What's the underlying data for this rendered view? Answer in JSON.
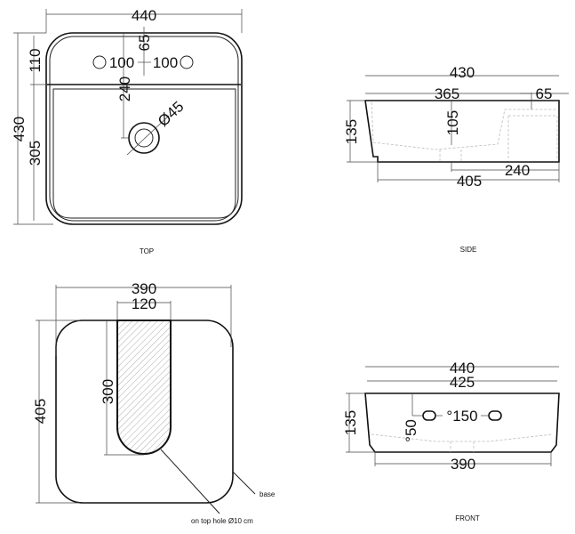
{
  "top_view": {
    "label": "TOP",
    "dims": {
      "width": "440",
      "depth": "430",
      "ledge": "110",
      "basin": "305",
      "drain_offset": "240",
      "tap_offset": "65",
      "hole_left": "100",
      "hole_right": "100",
      "drain_dia": "Ø45"
    }
  },
  "side_view": {
    "label": "SIDE",
    "dims": {
      "length": "430",
      "basin_length": "365",
      "ledge": "65",
      "height": "135",
      "basin_depth": "105",
      "drain_to_end": "240",
      "base_length": "405"
    }
  },
  "base_view": {
    "dims": {
      "width": "390",
      "slot_width": "120",
      "depth": "405",
      "slot_length": "300"
    },
    "callouts": {
      "base": "base",
      "hole": "on top hole Ø10 cm"
    }
  },
  "front_view": {
    "label": "FRONT",
    "dims": {
      "width": "440",
      "top_width": "425",
      "height": "135",
      "slot_spacing": "°150",
      "slot_height": "°50",
      "base_width": "390"
    }
  }
}
